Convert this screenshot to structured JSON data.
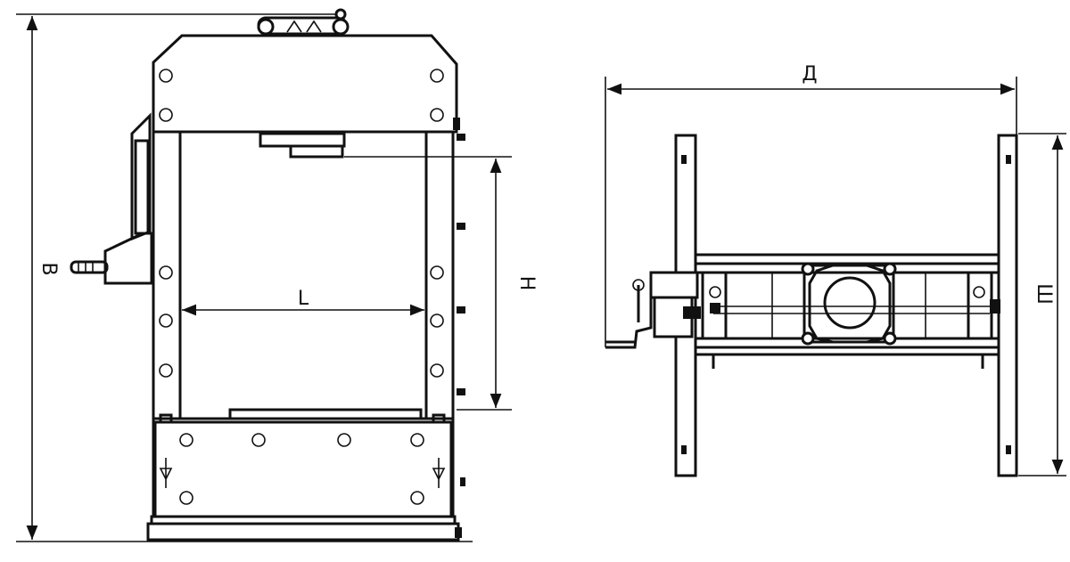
{
  "labels": {
    "height_total": "В",
    "working_width": "L",
    "working_height": "Н",
    "depth_total": "Д",
    "width_total": "Ш"
  },
  "colors": {
    "line": "#111111",
    "background": "#ffffff"
  }
}
